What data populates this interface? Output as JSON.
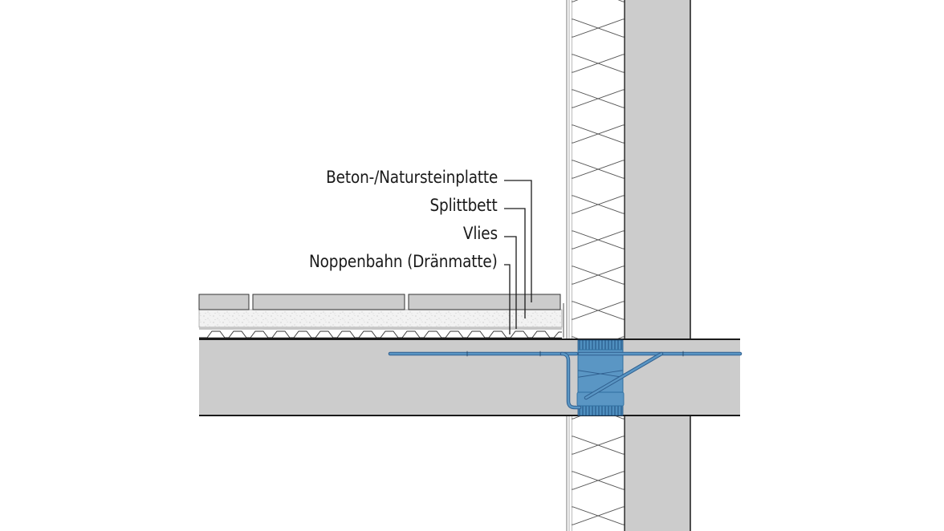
{
  "diagram": {
    "type": "construction-detail-section",
    "labels": [
      {
        "id": "slab",
        "text": "Beton-/Natursteinplatte"
      },
      {
        "id": "gravel",
        "text": "Splittbett"
      },
      {
        "id": "fleece",
        "text": "Vlies"
      },
      {
        "id": "drain",
        "text": "Noppenbahn (Dränmatte)"
      }
    ],
    "colors": {
      "concrete": "#cccccc",
      "insulation_fill": "#ffffff",
      "thermal_break": "#4f8fbf",
      "thermal_break_dark": "#2f6f9f",
      "rebar": "#4a8bbd",
      "line": "#1a1a1a",
      "gravel": "#f1f1f1"
    }
  }
}
